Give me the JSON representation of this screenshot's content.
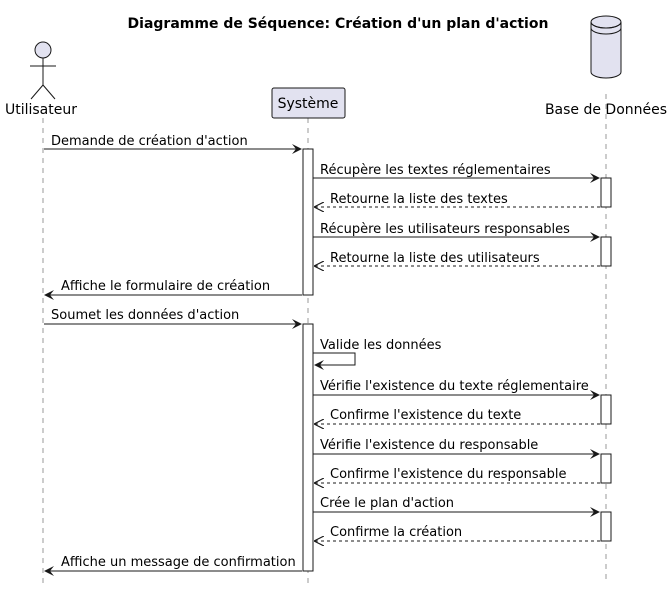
{
  "title": "Diagramme de Séquence: Création d'un plan d'action",
  "colors": {
    "participant_fill": "#e2e2f0",
    "participant_border": "#181818",
    "activation_fill": "#ffffff",
    "line": "#181818",
    "lifeline": "#999999"
  },
  "participants": {
    "user": {
      "label": "Utilisateur",
      "icon": "actor-icon"
    },
    "system": {
      "label": "Système",
      "icon": "box"
    },
    "db": {
      "label": "Base de Données",
      "icon": "database-icon"
    }
  },
  "messages": [
    {
      "from": "user",
      "to": "system",
      "label": "Demande de création d'action",
      "style": "sync"
    },
    {
      "from": "system",
      "to": "db",
      "label": "Récupère les textes réglementaires",
      "style": "sync"
    },
    {
      "from": "db",
      "to": "system",
      "label": "Retourne la liste des textes",
      "style": "return"
    },
    {
      "from": "system",
      "to": "db",
      "label": "Récupère les utilisateurs responsables",
      "style": "sync"
    },
    {
      "from": "db",
      "to": "system",
      "label": "Retourne la liste des utilisateurs",
      "style": "return"
    },
    {
      "from": "system",
      "to": "user",
      "label": "Affiche le formulaire de création",
      "style": "sync"
    },
    {
      "from": "user",
      "to": "system",
      "label": "Soumet les données d'action",
      "style": "sync"
    },
    {
      "from": "system",
      "to": "system",
      "label": "Valide les données",
      "style": "self"
    },
    {
      "from": "system",
      "to": "db",
      "label": "Vérifie l'existence du texte réglementaire",
      "style": "sync"
    },
    {
      "from": "db",
      "to": "system",
      "label": "Confirme l'existence du texte",
      "style": "return"
    },
    {
      "from": "system",
      "to": "db",
      "label": "Vérifie l'existence du responsable",
      "style": "sync"
    },
    {
      "from": "db",
      "to": "system",
      "label": "Confirme l'existence du responsable",
      "style": "return"
    },
    {
      "from": "system",
      "to": "db",
      "label": "Crée le plan d'action",
      "style": "sync"
    },
    {
      "from": "db",
      "to": "system",
      "label": "Confirme la création",
      "style": "return"
    },
    {
      "from": "system",
      "to": "user",
      "label": "Affiche un message de confirmation",
      "style": "sync"
    }
  ]
}
